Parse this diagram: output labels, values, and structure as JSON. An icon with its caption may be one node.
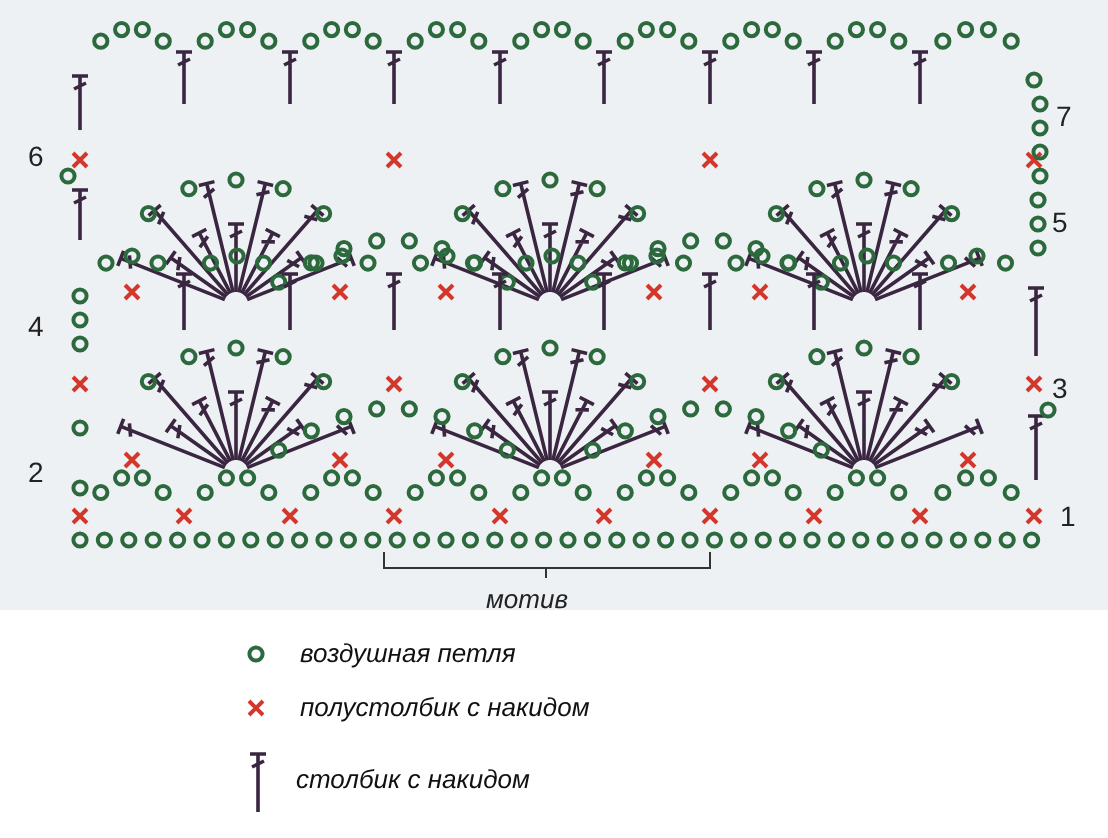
{
  "diagram": {
    "labels": [
      "7",
      "6",
      "5",
      "4",
      "3",
      "2",
      "1",
      "мотив"
    ],
    "legend": [
      {
        "text": "воздушная петля"
      },
      {
        "text": "полустолбик с накидом"
      },
      {
        "text": "столбик с накидом"
      }
    ]
  }
}
